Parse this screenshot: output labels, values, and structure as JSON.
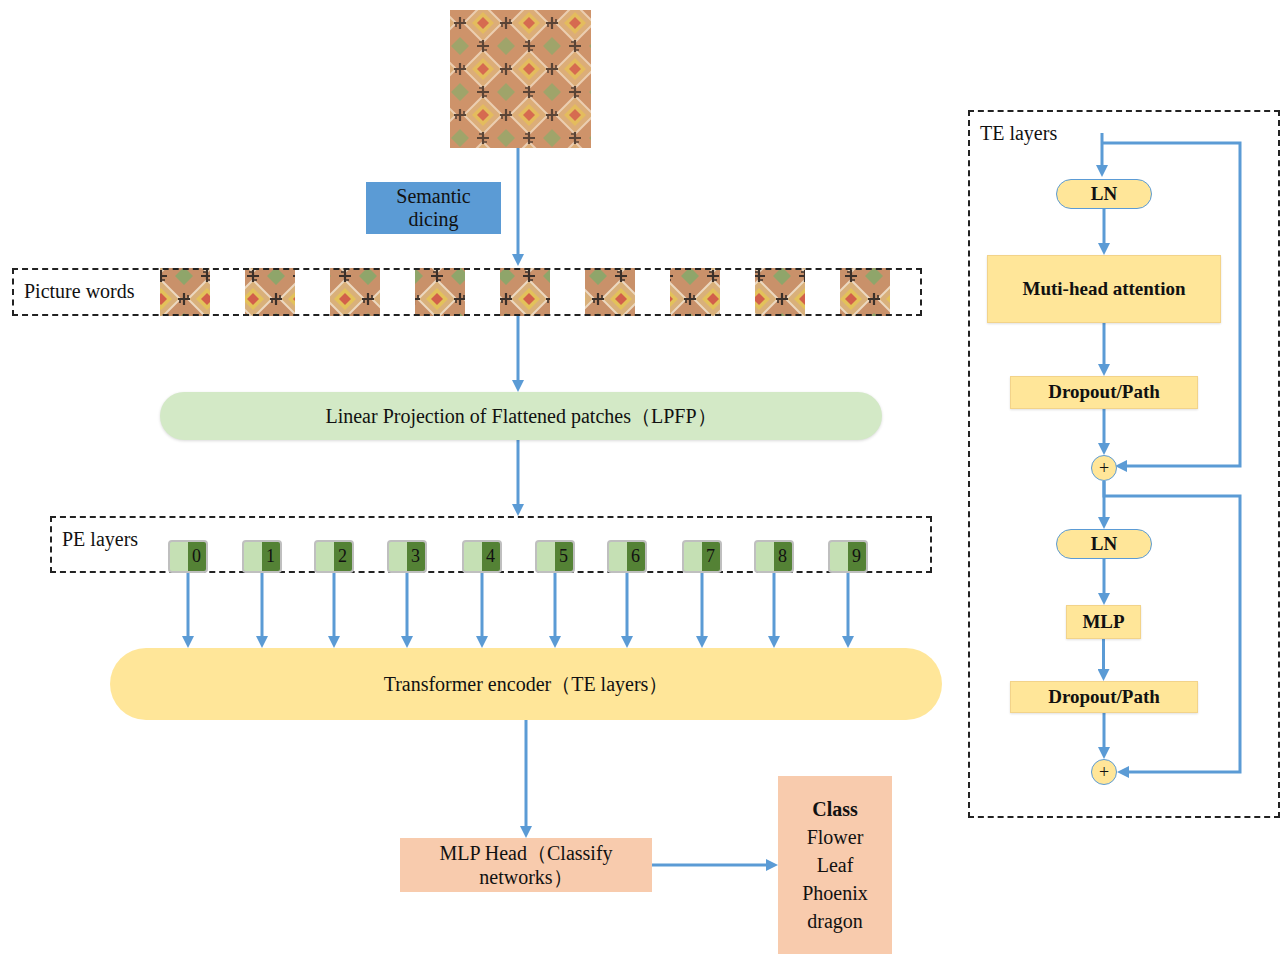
{
  "diagram": {
    "nodes": [
      {
        "text": [
          "Semantic dicing"
        ]
      },
      {
        "text": [
          "Picture words"
        ]
      },
      {
        "text": [
          "Linear Projection of Flattened patches（LPFP）"
        ]
      },
      {
        "text": [
          "PE layers"
        ]
      },
      {
        "text": [
          "0"
        ],
        "in": 3
      },
      {
        "text": [
          "1"
        ],
        "in": 3
      },
      {
        "text": [
          "2"
        ],
        "in": 3
      },
      {
        "text": [
          "3"
        ],
        "in": 3
      },
      {
        "text": [
          "4"
        ],
        "in": 3
      },
      {
        "text": [
          "5"
        ],
        "in": 3
      },
      {
        "text": [
          "6"
        ],
        "in": 3
      },
      {
        "text": [
          "7"
        ],
        "in": 3
      },
      {
        "text": [
          "8"
        ],
        "in": 3
      },
      {
        "text": [
          "9"
        ],
        "in": 3
      },
      {
        "text": [
          "Transformer encoder（TE layers）"
        ]
      },
      {
        "text": [
          "MLP Head（Classify networks）"
        ]
      },
      {
        "text": [
          "Class",
          "Flower Leaf Phoenix dragon"
        ]
      },
      {
        "text": [
          "TE layers"
        ]
      },
      {
        "text": [
          "LN"
        ],
        "in": 17
      },
      {
        "text": [
          "Muti-head attention"
        ],
        "in": 17
      },
      {
        "text": [
          "Dropout/Path"
        ],
        "in": 17
      },
      {
        "text": [
          "+"
        ],
        "in": 17
      },
      {
        "text": [
          "LN"
        ],
        "in": 17
      },
      {
        "text": [
          "MLP"
        ],
        "in": 17
      },
      {
        "text": [
          "Dropout/Path"
        ],
        "in": 17
      },
      {
        "text": [
          "+"
        ],
        "in": 17
      }
    ],
    "edges": [
      {
        "from": 1,
        "to": 2,
        "arrow": "to"
      },
      {
        "from": 2,
        "to": 3,
        "arrow": "to"
      },
      {
        "from": 4,
        "to": 14,
        "arrow": "to"
      },
      {
        "from": 5,
        "to": 14,
        "arrow": "to"
      },
      {
        "from": 6,
        "to": 14,
        "arrow": "to"
      },
      {
        "from": 7,
        "to": 14,
        "arrow": "to"
      },
      {
        "from": 8,
        "to": 14,
        "arrow": "to"
      },
      {
        "from": 9,
        "to": 14,
        "arrow": "to"
      },
      {
        "from": 10,
        "to": 14,
        "arrow": "to"
      },
      {
        "from": 11,
        "to": 14,
        "arrow": "to"
      },
      {
        "from": 12,
        "to": 14,
        "arrow": "to"
      },
      {
        "from": 13,
        "to": 14,
        "arrow": "to"
      },
      {
        "from": 14,
        "to": 15,
        "arrow": "to"
      },
      {
        "from": 15,
        "to": 16,
        "arrow": "to"
      },
      {
        "from": 18,
        "to": 19,
        "arrow": "to"
      },
      {
        "from": 19,
        "to": 20,
        "arrow": "to"
      },
      {
        "from": 20,
        "to": 21,
        "arrow": "to"
      },
      {
        "from": 21,
        "to": 22,
        "arrow": "to"
      },
      {
        "from": 22,
        "to": 23,
        "arrow": "to"
      },
      {
        "from": 23,
        "to": 24,
        "arrow": "to"
      },
      {
        "from": 24,
        "to": 25,
        "arrow": "to"
      },
      {
        "from": 21,
        "to": 25,
        "arrow": "to"
      }
    ]
  }
}
